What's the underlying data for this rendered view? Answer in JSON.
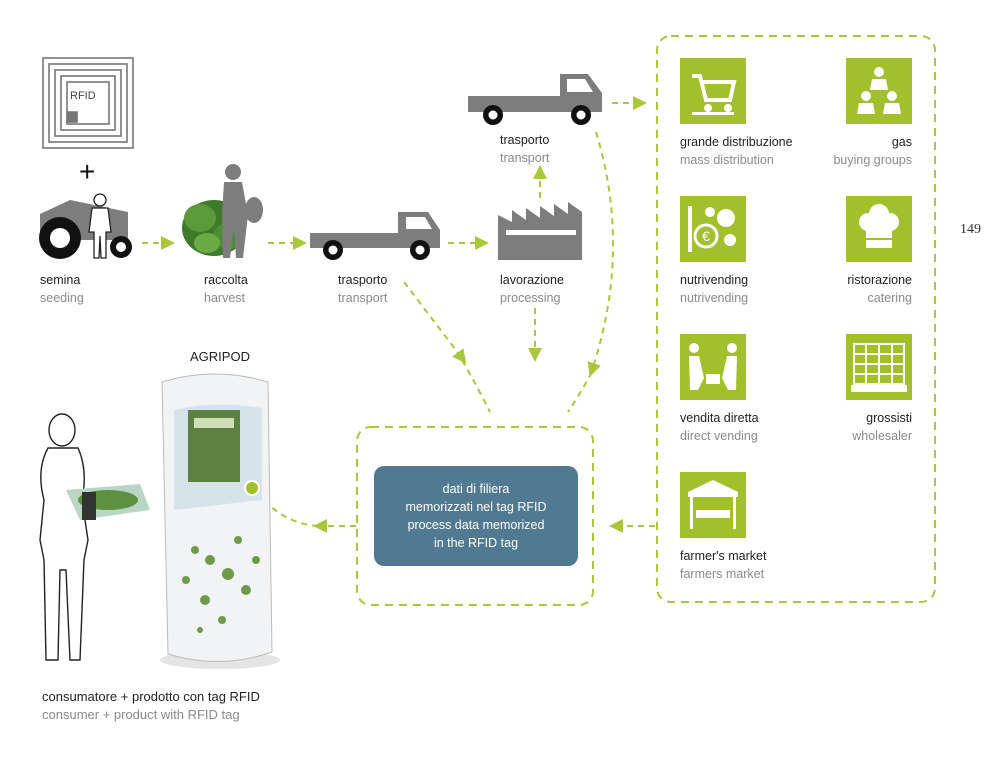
{
  "page_number": "149",
  "rfid_label": "RFID",
  "plus_sign": "+",
  "stages": [
    {
      "it": "semina",
      "en": "seeding"
    },
    {
      "it": "raccolta",
      "en": "harvest"
    },
    {
      "it": "trasporto",
      "en": "transport"
    },
    {
      "it": "lavorazione",
      "en": "processing"
    }
  ],
  "upper_transport": {
    "it": "trasporto",
    "en": "transport"
  },
  "agripod_title": "AGRIPOD",
  "data_box": {
    "line1": "dati di filiera",
    "line2": "memorizzati nel tag RFID",
    "line3": "process data memorized",
    "line4": "in the RFID tag"
  },
  "consumer": {
    "it": "consumatore + prodotto con tag RFID",
    "en": "consumer + product with RFID tag"
  },
  "channels": [
    {
      "it": "grande distribuzione",
      "en": "mass distribution",
      "icon": "shopping-cart-icon"
    },
    {
      "it": "gas",
      "en": "buying groups",
      "icon": "people-group-icon"
    },
    {
      "it": "nutrivending",
      "en": "nutrivending",
      "icon": "vending-coins-icon"
    },
    {
      "it": "ristorazione",
      "en": "catering",
      "icon": "chef-hat-icon"
    },
    {
      "it": "vendita diretta",
      "en": "direct vending",
      "icon": "handshake-icon"
    },
    {
      "it": "grossisti",
      "en": "wholesaler",
      "icon": "pallet-boxes-icon"
    },
    {
      "it": "farmer's market",
      "en": "farmers market",
      "icon": "market-tent-icon"
    }
  ],
  "colors": {
    "accent_green": "#a2bf2c",
    "dash_green": "#a8c83a",
    "truck_gray": "#7d7d7d",
    "box_blue": "#517a92"
  }
}
